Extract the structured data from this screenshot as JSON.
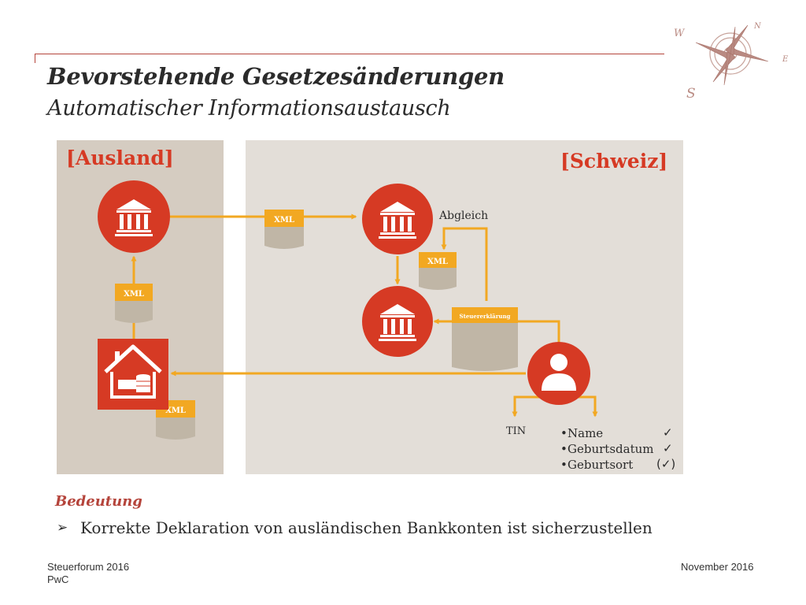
{
  "header": {
    "title": "Bevorstehende Gesetzesänderungen",
    "subtitle": "Automatischer Informationsaustausch"
  },
  "compass": {
    "letters": {
      "west": "W",
      "south": "S",
      "north": "N",
      "east": "E"
    }
  },
  "diagram": {
    "ausland_label": "[Ausland]",
    "schweiz_label": "[Schweiz]",
    "doc_labels": {
      "xml_transfer": "XML",
      "xml_abgleich": "XML",
      "xml_ausland": "XML",
      "xml_person": "XML",
      "steuererklaerung": "Steuererklärung"
    },
    "abgleich": "Abgleich",
    "tin": "TIN",
    "attributes": [
      {
        "label": "Name",
        "mark": "✓"
      },
      {
        "label": "Geburtsdatum",
        "mark": "✓"
      },
      {
        "label": "Geburtsort",
        "mark": "(✓)"
      }
    ],
    "icons": {
      "bank_ausland": "bank-icon",
      "bank_schweiz_top": "bank-icon",
      "bank_schweiz_bottom": "bank-icon",
      "house": "house-money-icon",
      "person": "person-icon"
    },
    "colors": {
      "red": "#d63a24",
      "arrow": "#f2a822",
      "doc_header": "#f2a822",
      "doc_body": "#c0b6a6"
    }
  },
  "bedeutung": {
    "heading": "Bedeutung",
    "bullet": "Korrekte Deklaration von ausländischen Bankkonten ist sicherzustellen"
  },
  "footer": {
    "left_line1": "Steuerforum 2016",
    "left_line2": "PwC",
    "right": "November 2016"
  }
}
